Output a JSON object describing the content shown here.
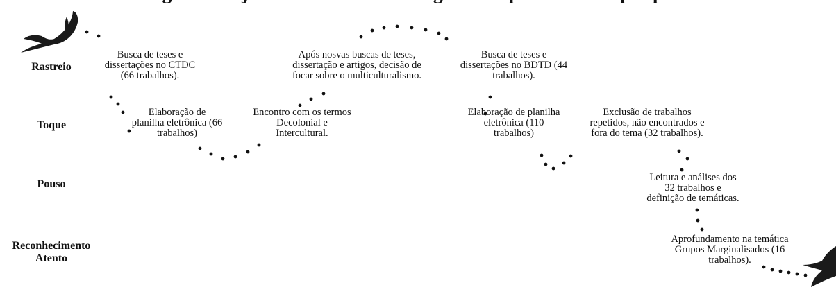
{
  "title": "Figura: Trajetória realizada ao longo do mapeamento da pesquisa",
  "stages": [
    {
      "label": "Rastreio"
    },
    {
      "label": "Toque"
    },
    {
      "label": "Pouso"
    },
    {
      "label": "Reconhecimento\nAtento"
    }
  ],
  "notes": [
    {
      "text": "Busca de teses e\ndissertações no CTDC\n(66 trabalhos)."
    },
    {
      "text": "Elaboração de\nplanilha eletrônica (66\ntrabalhos)"
    },
    {
      "text": "Encontro com os termos\nDecolonial e\nIntercultural."
    },
    {
      "text": "Após nosvas buscas de teses,\ndissertação e artigos, decisão de\nfocar sobre o multiculturalismo."
    },
    {
      "text": "Busca de teses e\ndissertações no BDTD (44\ntrabalhos)."
    },
    {
      "text": "Elaboração de planilha\neletrônica (110\ntrabalhos)"
    },
    {
      "text": "Exclusão de trabalhos\nrepetidos, não encontrados e\nfora do tema (32 trabalhos)."
    },
    {
      "text": "Leitura e análises dos\n32 trabalhos e\ndefinição de temáticas."
    },
    {
      "text": "Aprofundamento na temática\nGrupos Marginalisados (16\ntrabalhos)."
    }
  ],
  "icons": {
    "start": "swallow-bird-icon",
    "end": "swallow-bird-icon"
  },
  "colors": {
    "ink": "#111111",
    "background": "#ffffff"
  }
}
